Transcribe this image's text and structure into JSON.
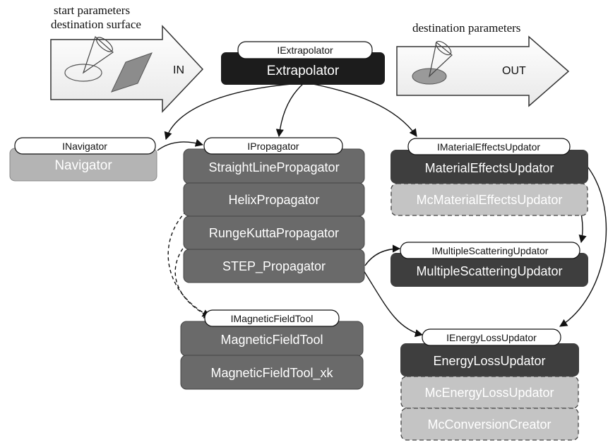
{
  "io": {
    "start_line1": "start parameters",
    "start_line2": "destination surface",
    "dest_params": "destination parameters",
    "in_label": "IN",
    "out_label": "OUT"
  },
  "extrapolator": {
    "interface": "IExtrapolator",
    "impl": "Extrapolator"
  },
  "navigator": {
    "interface": "INavigator",
    "impl": "Navigator"
  },
  "propagator": {
    "interface": "IPropagator",
    "impls": [
      "StraightLinePropagator",
      "HelixPropagator",
      "RungeKuttaPropagator",
      "STEP_Propagator"
    ]
  },
  "material": {
    "interface": "IMaterialEffectsUpdator",
    "impls": [
      "MaterialEffectsUpdator",
      "McMaterialEffectsUpdator"
    ]
  },
  "scattering": {
    "interface": "IMultipleScatteringUpdator",
    "impls": [
      "MultipleScatteringUpdator"
    ]
  },
  "magnetic": {
    "interface": "IMagneticFieldTool",
    "impls": [
      "MagneticFieldTool",
      "MagneticFieldTool_xk"
    ]
  },
  "energyloss": {
    "interface": "IEnergyLossUpdator",
    "impls": [
      "EnergyLossUpdator",
      "McEnergyLossUpdator",
      "McConversionCreator"
    ]
  },
  "colors": {
    "black_box": "#1c1c1c",
    "dark_box": "#3e3e3e",
    "mid_box": "#6a6a6a",
    "light_box": "#b4b4b4",
    "dashed_box": "#c4c4c4"
  }
}
